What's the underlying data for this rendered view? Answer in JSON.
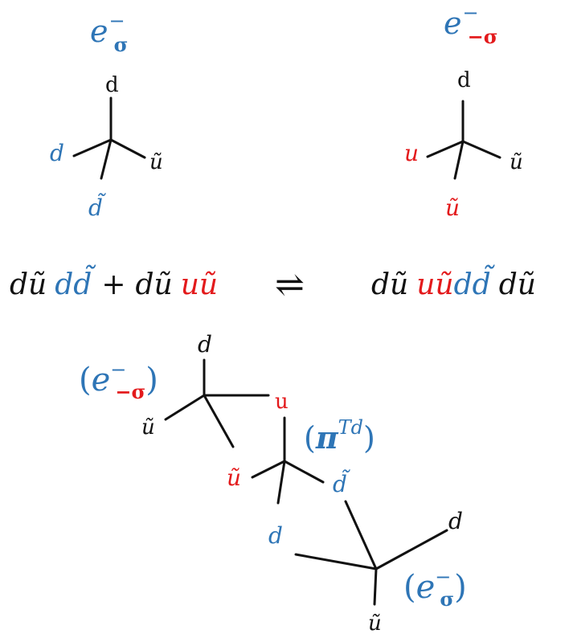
{
  "colors": {
    "blue": "#2e75b6",
    "red": "#e31a1c",
    "black": "#111111"
  },
  "top_left": {
    "title_base": "e",
    "title_sup": "−",
    "title_sub": "σ",
    "top": "d",
    "left": "d",
    "right": "ũ",
    "bottom": "d̃"
  },
  "top_right": {
    "title_base": "e",
    "title_sup": "−",
    "title_sub": "−σ",
    "top": "d",
    "left": "u",
    "right": "ũ",
    "bottom": "ũ"
  },
  "equation": {
    "lhs_1": "dũ",
    "lhs_2": "dd̃",
    "plus": "+",
    "lhs_3": "dũ",
    "lhs_4": "uũ",
    "arrow": "⇌",
    "rhs_1": "dũ",
    "rhs_2": "uũ",
    "rhs_3": "dd̃",
    "rhs_4": "dũ"
  },
  "bottom": {
    "top_vertex": {
      "label_open": "(",
      "label_base": "e",
      "label_sup": "−",
      "label_sub": "−σ",
      "label_close": ")",
      "top": "d",
      "left": "ũ",
      "right": "u"
    },
    "middle_vertex": {
      "label_open": "(",
      "label_base": "π",
      "label_sup": "Td",
      "label_close": ")",
      "left": "ũ",
      "right": "d̃",
      "bottom": "d"
    },
    "bottom_vertex": {
      "label_open": "(",
      "label_base": "e",
      "label_sup": "−",
      "label_sub": "σ",
      "label_close": ")",
      "right": "d",
      "bottom": "ũ"
    }
  }
}
